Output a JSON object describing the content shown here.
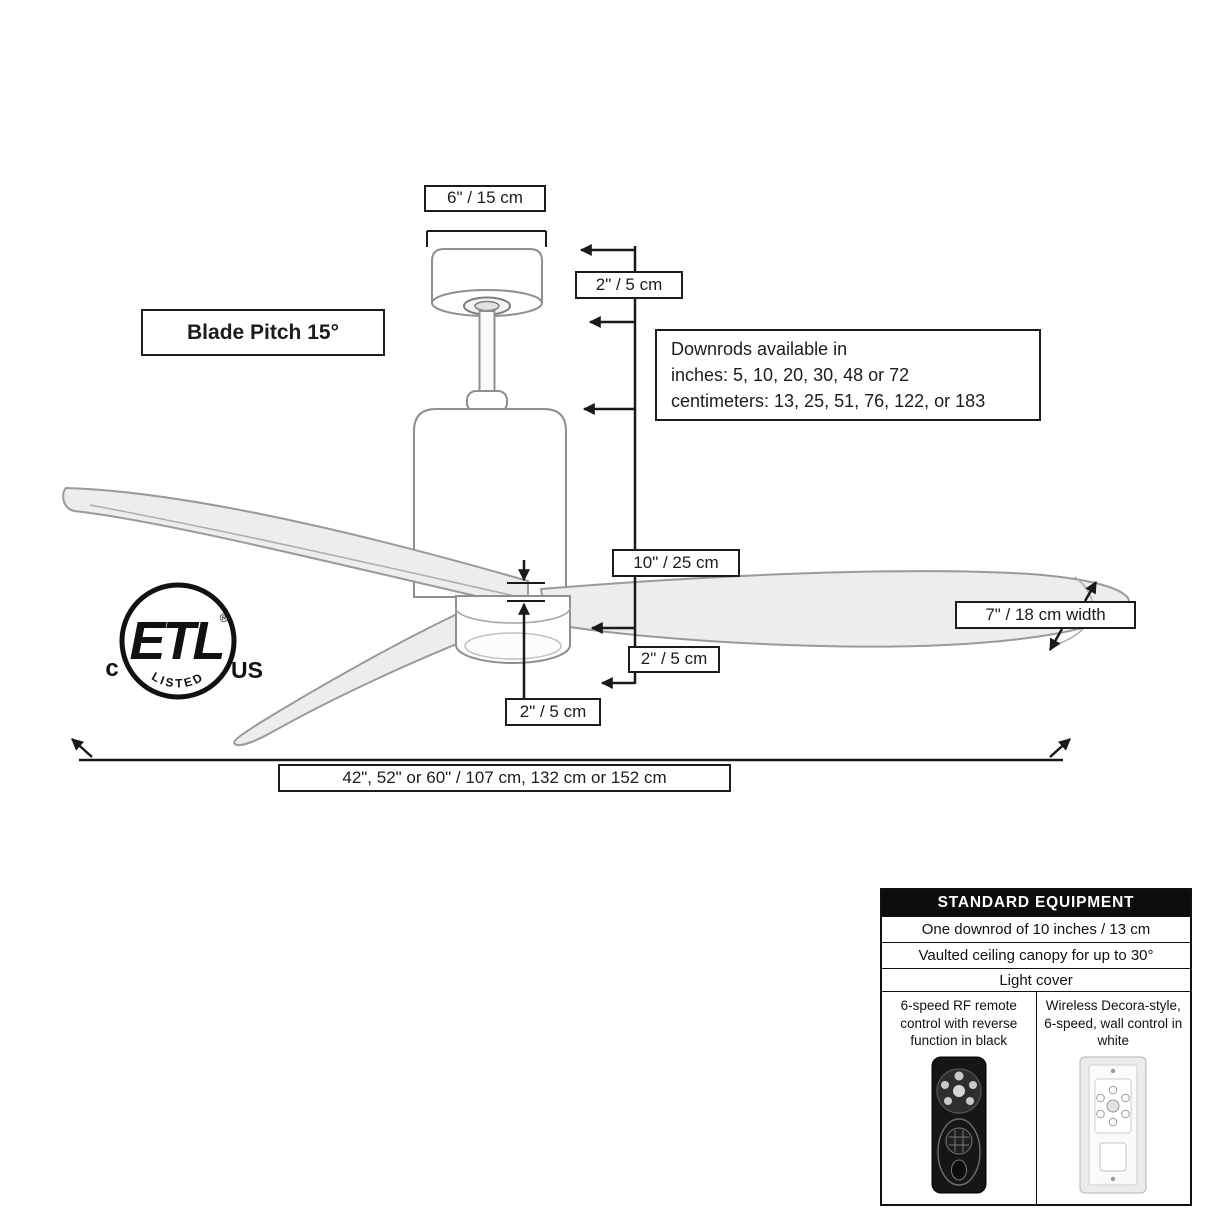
{
  "labels": {
    "canopy_width": "6\" / 15 cm",
    "blade_pitch": "Blade Pitch 15°",
    "canopy_height": "2\" / 5 cm",
    "downrod_note": "Downrods available in\ninches: 5, 10, 20, 30, 48 or 72\ncentimeters: 13, 25, 51, 76, 122, or 183",
    "motor_height": "10\" / 25 cm",
    "blade_width": "7\" / 18 cm width",
    "light_height": "2\" / 5 cm",
    "blade_thickness": "2\" / 5 cm",
    "sweep": "42\", 52\" or 60\" / 107 cm, 132 cm or 152 cm"
  },
  "etl_mark": {
    "etl": "ETL",
    "registered": "®",
    "listed": "LISTED",
    "c": "c",
    "us": "US"
  },
  "equipment_table": {
    "title": "STANDARD EQUIPMENT",
    "rows": [
      "One downrod of 10 inches / 13 cm",
      "Vaulted ceiling canopy for up to 30°",
      "Light cover"
    ],
    "remote_caption": "6-speed RF remote control with reverse function in black",
    "wall_caption": "Wireless Decora-style, 6-speed, wall control in white"
  },
  "colors": {
    "dimension_line": "#1a1a1a",
    "fan_outline": "#8f8f8f",
    "blade_fill": "#ededed",
    "table_header_bg": "#0d0d0d"
  }
}
